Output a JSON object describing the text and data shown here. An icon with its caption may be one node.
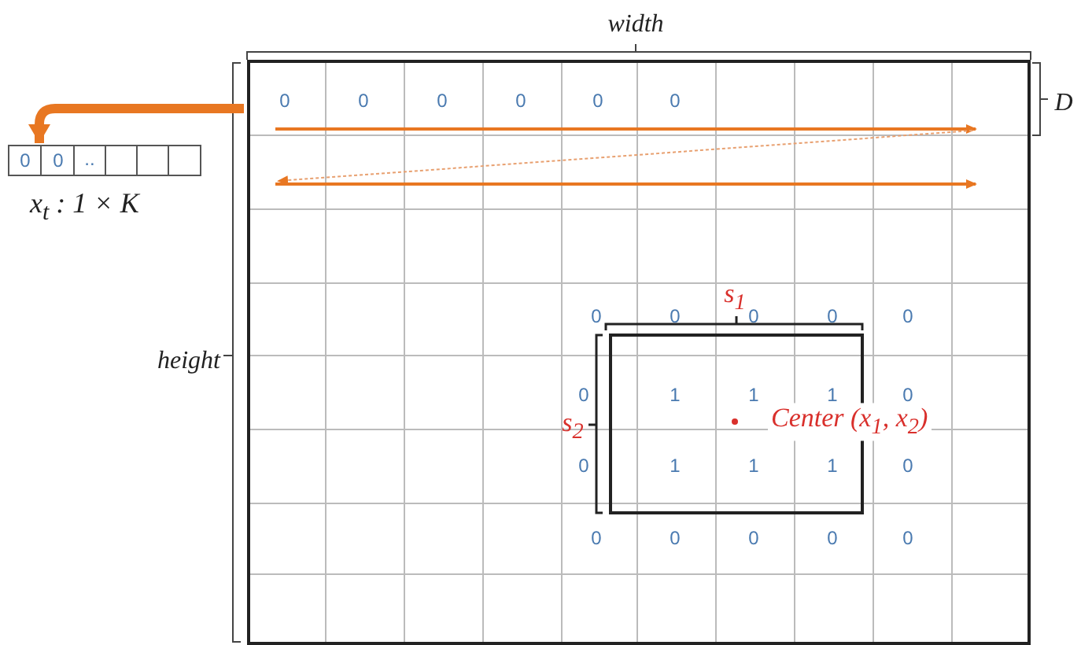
{
  "diagram": {
    "nodes": [
      {
        "text": [],
        "shape": "box"
      },
      {
        "text": [],
        "shape": "box",
        "beside": [
          "x$_{t}$ : 1 × K"
        ]
      }
    ],
    "edges": [
      {
        "from": 0,
        "to": 1,
        "arrow": "to"
      }
    ],
    "labels": [
      "width",
      "0",
      "0",
      "0",
      "0",
      "0",
      "0",
      "D",
      "0",
      "0",
      "..",
      "height",
      "s$_{1}$",
      "0",
      "0",
      "0",
      "0",
      "0",
      "0",
      "1",
      "1",
      "1",
      "0",
      "s$_{2}$",
      "Center (x$_{1}$, x$_{2}$)",
      "0",
      "1",
      "1",
      "1",
      "0",
      "0",
      "0",
      "0",
      "0",
      "0"
    ]
  }
}
